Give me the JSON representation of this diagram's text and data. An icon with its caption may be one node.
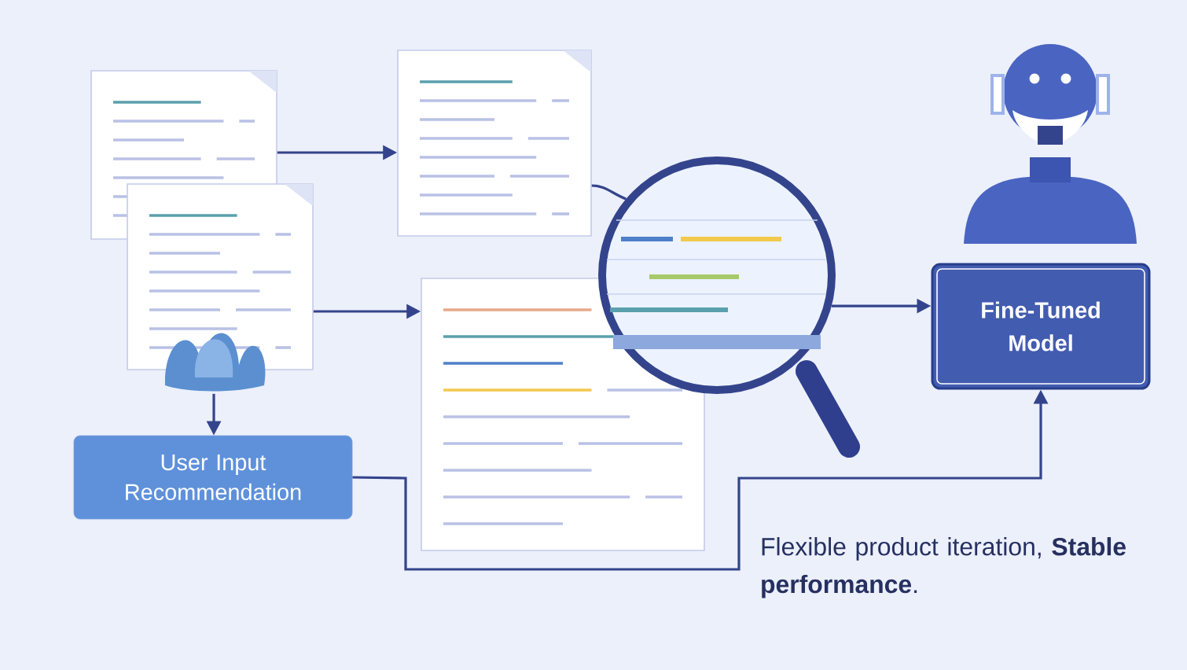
{
  "diagram": {
    "nodes": [
      {
        "text": [],
        "shape": "picture"
      },
      {
        "text": [],
        "shape": "picture"
      },
      {
        "text": [],
        "shape": "picture"
      },
      {
        "text": [],
        "shape": "picture"
      },
      {
        "text": [],
        "shape": "picture"
      },
      {
        "text": [
          "User Input Recommendation"
        ]
      },
      {
        "text": [
          "Fine-Tuned Model"
        ]
      }
    ],
    "edges": [
      {
        "from": 0,
        "to": 2,
        "arrow": "to"
      },
      {
        "from": 1,
        "to": 3,
        "arrow": "to"
      },
      {
        "from": 4,
        "to": 6,
        "arrow": "to"
      },
      {
        "from": 5,
        "to": 6,
        "arrow": "to"
      },
      {
        "from": 1,
        "to": 5,
        "arrow": "to"
      },
      {
        "from": 2,
        "to": 4,
        "arrow": "none"
      }
    ],
    "labels": [
      "Flexible product iteration, **Stable performance**."
    ]
  }
}
